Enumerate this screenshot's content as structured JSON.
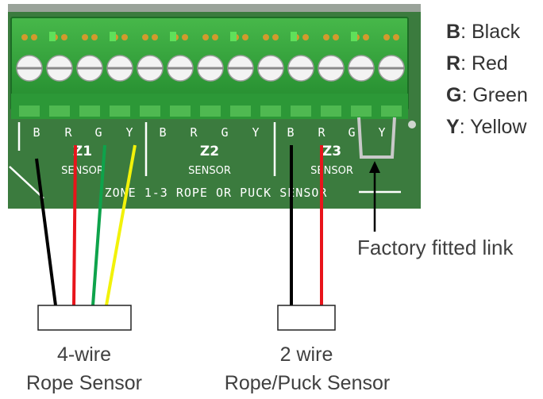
{
  "legend": [
    {
      "key": "B",
      "name": "Black",
      "color": "#000000"
    },
    {
      "key": "R",
      "name": "Red",
      "color": "#e8141b"
    },
    {
      "key": "G",
      "name": "Green",
      "color": "#0ea34b"
    },
    {
      "key": "Y",
      "name": "Yellow",
      "color": "#f2f20a"
    }
  ],
  "board": {
    "pcb_color": "#3a7a3d",
    "terminal_color": "#2f9e3a",
    "zones": [
      {
        "id": "Z1",
        "label": "SENSOR",
        "pins": [
          "B",
          "R",
          "G",
          "Y"
        ]
      },
      {
        "id": "Z2",
        "label": "SENSOR",
        "pins": [
          "B",
          "R",
          "G",
          "Y"
        ]
      },
      {
        "id": "Z3",
        "label": "SENSOR",
        "pins": [
          "B",
          "R",
          "G",
          "Y"
        ]
      }
    ],
    "bottom_text": "ZONE 1-3 ROPE OR PUCK SENSOR"
  },
  "annotations": {
    "link_label": "Factory fitted link"
  },
  "sensors": [
    {
      "line1": "4-wire",
      "line2": "Rope Sensor"
    },
    {
      "line1": "2 wire",
      "line2": "Rope/Puck Sensor"
    }
  ]
}
